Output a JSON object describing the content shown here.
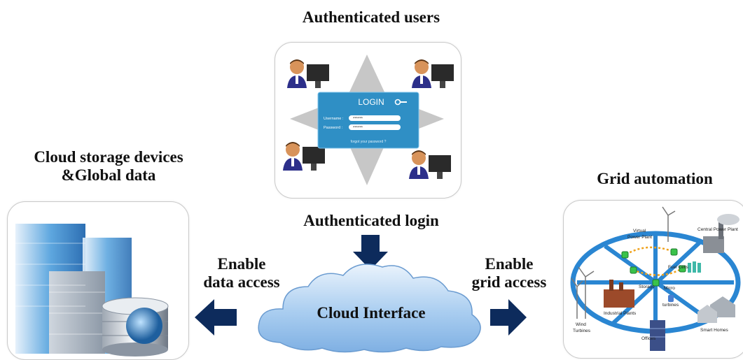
{
  "labels": {
    "authenticated_users": "Authenticated users",
    "cloud_storage_line1": "Cloud storage devices",
    "cloud_storage_line2": "&Global data",
    "grid_automation": "Grid automation",
    "authenticated_login": "Authenticated login",
    "enable_data_line1": "Enable",
    "enable_data_line2": "data access",
    "enable_grid_line1": "Enable",
    "enable_grid_line2": "grid access",
    "cloud_interface": "Cloud Interface"
  },
  "login_form": {
    "title": "LOGIN",
    "username_label": "Username :",
    "password_label": "Password :",
    "username_value": "******",
    "password_value": "******",
    "forgot_text": "forgot your password ?"
  },
  "grid_labels": {
    "virtual_power_plant_1": "Virtual",
    "virtual_power_plant_2": "Power Plant",
    "central_power_plant": "Central Power Plant",
    "fuel_cells": "Fuel Cells",
    "storage": "Storage",
    "micro_turbines_1": "Micro",
    "micro_turbines_2": "turbines",
    "industrial_plants": "Industrial Plants",
    "wind_turbines_1": "Wind",
    "wind_turbines_2": "Turbines",
    "offices": "Offices",
    "smart_homes": "Smart Homes"
  },
  "colors": {
    "arrow": "#0d2b5c",
    "cloud": "#7fb0e3",
    "login_panel": "#2f8fc5",
    "grid_ring": "#2a86d2"
  }
}
